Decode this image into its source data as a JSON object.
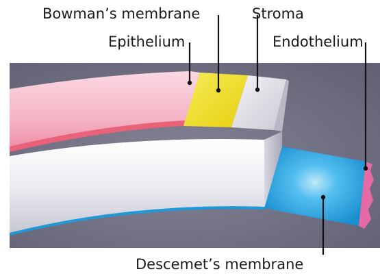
{
  "labels": {
    "bowmans_membrane": "Bowman’s membrane",
    "stroma": "Stroma",
    "epithelium": "Epithelium",
    "endothelium": "Endothelium",
    "descemets_membrane": "Descemet’s membrane"
  },
  "colors": {
    "background": "#6f6e80",
    "epithelium": "#f4b6c6",
    "bowmans_membrane": "#f1e02a",
    "stroma": "#e3e3ea",
    "descemets_membrane": "#2aa6dc",
    "endothelium": "#e060a0",
    "leader_line": "#111111"
  }
}
